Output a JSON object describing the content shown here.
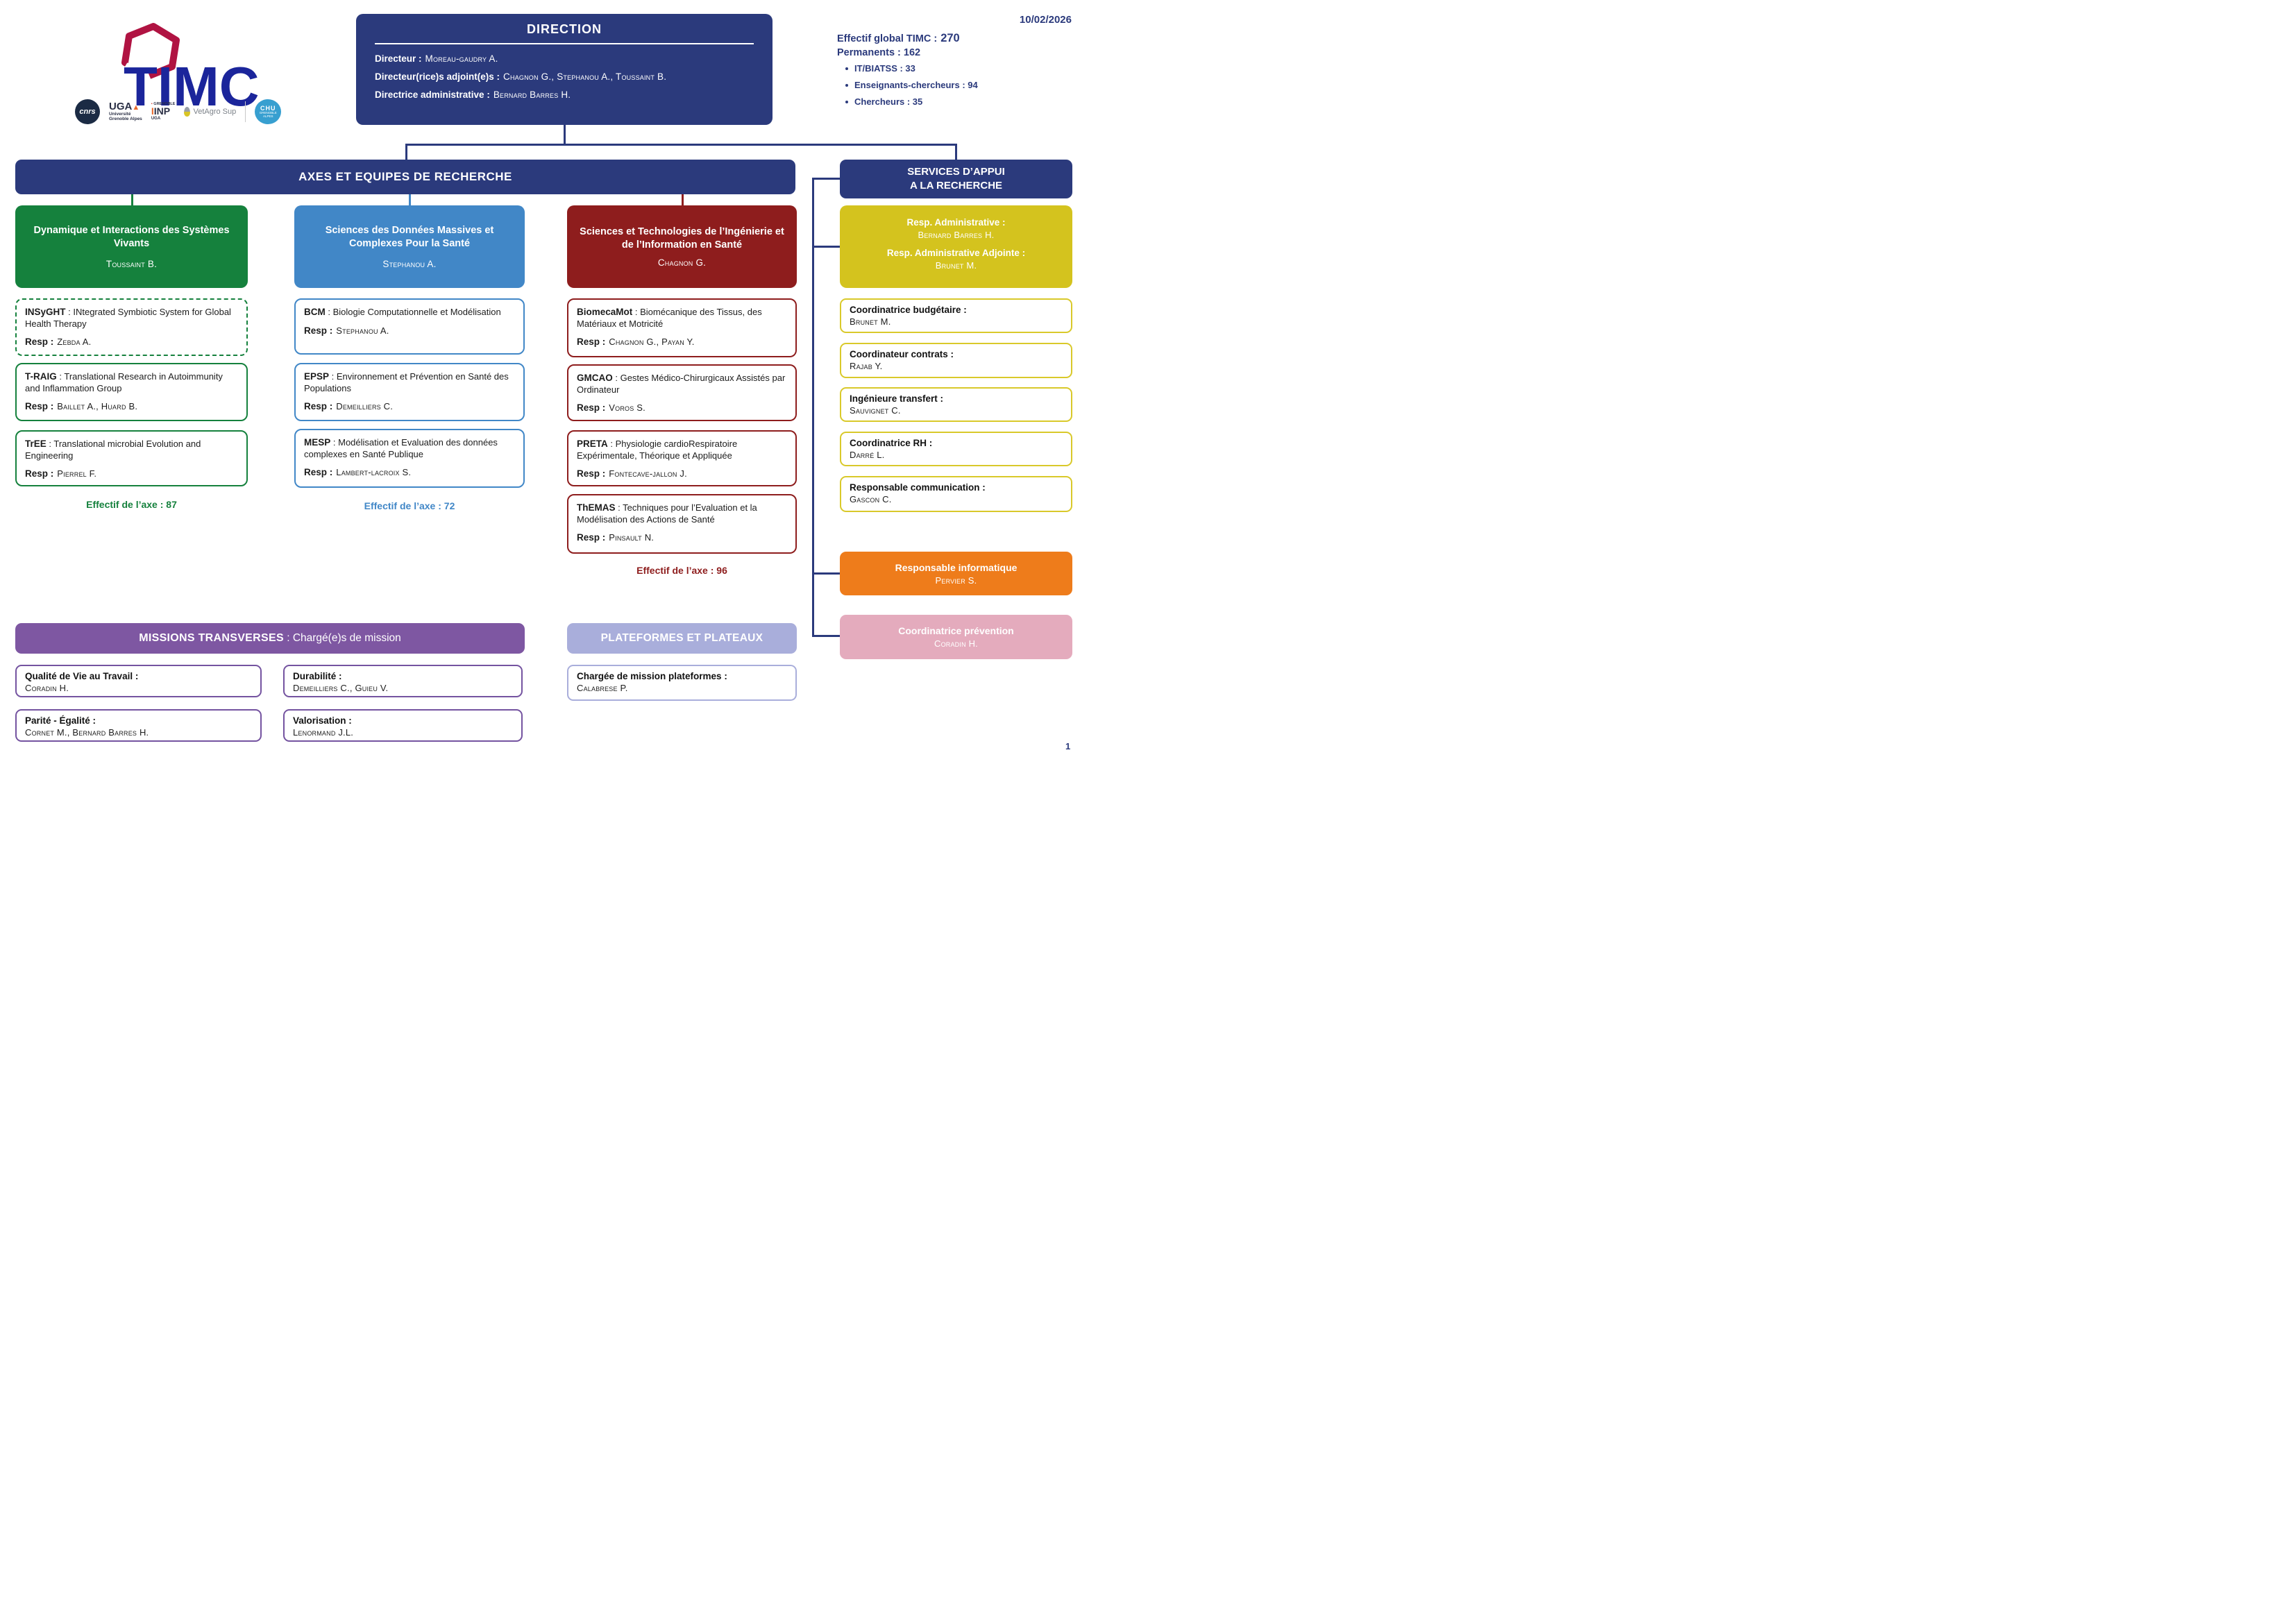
{
  "meta": {
    "date": "10/02/2026",
    "page": "1"
  },
  "colors": {
    "navy": "#2b3a7c",
    "green": "#15813d",
    "blue": "#4187c7",
    "maroon": "#8e1d1d",
    "yellow": "#d4c31e",
    "yellow_border": "#d9c92a",
    "orange": "#ee7c1b",
    "pink": "#e4abbd",
    "purple": "#7e57a2",
    "purple_border": "#7453a0",
    "lavender": "#a9aedb"
  },
  "labels": {
    "sep": " : ",
    "resp": "Resp :"
  },
  "logos": {
    "timc": "TIMC",
    "cnrs": "cnrs",
    "uga_top": "UGA",
    "uga_tri": "▲",
    "uga_sub1": "Université",
    "uga_sub2": "Grenoble Alpes",
    "inp_top": "GRENOBLE",
    "inp_sq": "▪",
    "inp_mid": "INP",
    "inp_sub": "UGA",
    "vetagro": "VetAgro Sup",
    "chu_top": "CHU",
    "chu_sub1": "GRENOBLE",
    "chu_sub2": "ALPES"
  },
  "direction": {
    "title": "DIRECTION",
    "rows": [
      {
        "label": "Directeur :",
        "value": "Moreau-gaudry A."
      },
      {
        "label": "Directeur(rice)s adjoint(e)s :",
        "value": "Chagnon G., Stephanou A., Toussaint B."
      },
      {
        "label": "Directrice administrative :",
        "value": "Bernard Barres H."
      }
    ]
  },
  "stats": {
    "line1_label": "Effectif global TIMC :",
    "line1_value": "270",
    "line2": "Permanents : 162",
    "bullets": [
      "IT/BIATSS : 33",
      "Enseignants-chercheurs : 94",
      "Chercheurs : 35"
    ]
  },
  "axes_bar": "AXES ET EQUIPES DE RECHERCHE",
  "axes": [
    {
      "title": "Dynamique et Interactions des Systèmes Vivants",
      "head": "Toussaint B.",
      "effectif": "Effectif de l’axe : 87",
      "color": "#15813d",
      "teams": [
        {
          "code": "INSyGHT",
          "desc": "INtegrated Symbiotic System for Global Health Therapy",
          "resp": "Zebda A."
        },
        {
          "code": "T-RAIG",
          "desc": "Translational Research in Autoimmunity and Inflammation Group",
          "resp": "Baillet A., Huard B."
        },
        {
          "code": "TrEE",
          "desc": "Translational microbial Evolution and Engineering",
          "resp": "Pierrel F."
        }
      ]
    },
    {
      "title": "Sciences des Données Massives et Complexes Pour la Santé",
      "head": "Stephanou A.",
      "effectif": "Effectif de l’axe : 72",
      "color": "#4187c7",
      "teams": [
        {
          "code": "BCM",
          "desc": "Biologie Computationnelle et Modélisation",
          "resp": "Stephanou A."
        },
        {
          "code": "EPSP",
          "desc": "Environnement et Prévention en Santé des Populations",
          "resp": "Demeilliers C."
        },
        {
          "code": "MESP",
          "desc": "Modélisation et Evaluation des données complexes en Santé Publique",
          "resp": "Lambert-lacroix S."
        }
      ]
    },
    {
      "title": "Sciences et Technologies de l’Ingénierie et de l’Information en Santé",
      "head": "Chagnon G.",
      "effectif": "Effectif de l’axe : 96",
      "color": "#8e1d1d",
      "teams": [
        {
          "code": "BiomecaMot",
          "desc": "Biomécanique des Tissus, des Matériaux et Motricité",
          "resp": "Chagnon G., Payan Y."
        },
        {
          "code": "GMCAO",
          "desc": "Gestes Médico-Chirurgicaux Assistés par Ordinateur",
          "resp": "Voros S."
        },
        {
          "code": "PRETA",
          "desc": "Physiologie cardioRespiratoire Expérimentale, Théorique et Appliquée",
          "resp": "Fontecave-jallon J."
        },
        {
          "code": "ThEMAS",
          "desc": "Techniques pour l’Evaluation et la Modélisation des Actions de Santé",
          "resp": "Pinsault N."
        }
      ]
    }
  ],
  "services": {
    "bar_line1": "SERVICES D’APPUI",
    "bar_line2": "A LA RECHERCHE",
    "admin": {
      "role1": "Resp. Administrative :",
      "name1": "Bernard Barres H.",
      "role2": "Resp. Administrative Adjointe :",
      "name2": "Brunet M."
    },
    "boxes": [
      {
        "role": "Coordinatrice budgétaire :",
        "name": "Brunet M."
      },
      {
        "role": "Coordinateur contrats :",
        "name": "Rajab Y."
      },
      {
        "role": "Ingénieure transfert :",
        "name": "Sauvignet C."
      },
      {
        "role": "Coordinatrice RH :",
        "name": "Darré L."
      },
      {
        "role": "Responsable communication :",
        "name": "Gascon C."
      }
    ],
    "informatique": {
      "role": "Responsable informatique",
      "name": "Pervier S."
    },
    "prevention": {
      "role": "Coordinatrice prévention",
      "name": "Coradin H."
    }
  },
  "missions": {
    "bar_strong": "MISSIONS TRANSVERSES",
    "bar_rest": " : Chargé(e)s de mission",
    "boxes": [
      {
        "role": "Qualité de Vie au Travail :",
        "name": "Coradin H."
      },
      {
        "role": "Parité - Égalité :",
        "name": "Cornet M., Bernard Barres H."
      },
      {
        "role": "Durabilité :",
        "name": "Demeilliers C., Guieu V."
      },
      {
        "role": "Valorisation :",
        "name": "Lenormand J.L."
      }
    ]
  },
  "plateformes": {
    "bar": "PLATEFORMES ET PLATEAUX",
    "box": {
      "role": "Chargée de mission plateformes :",
      "name": "Calabrese P."
    }
  }
}
